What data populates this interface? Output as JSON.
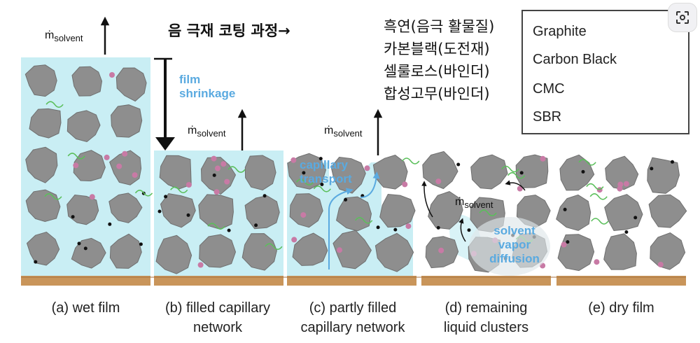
{
  "title_korean": "음 극재 코팅 과정→",
  "korean_notes": [
    "흑연(음극 활물질)",
    "카본블랙(도전재)",
    "셀룰로스(바인더)",
    "합성고무(바인더)"
  ],
  "legend": {
    "graphite": "Graphite",
    "carbon_black": "Carbon Black",
    "cmc": "CMC",
    "sbr": "SBR"
  },
  "flux_symbol": "ṁ",
  "flux_subscript": "solvent",
  "labels": {
    "film_shrinkage": [
      "film",
      "shrinkage"
    ],
    "capillary_transport": [
      "capillary",
      "transport"
    ],
    "vapor_diffusion": [
      "solvent",
      "vapor",
      "diffusion"
    ]
  },
  "captions": {
    "a": [
      "(a) wet film"
    ],
    "b": [
      "(b) filled capillary",
      "network"
    ],
    "c": [
      "(c) partly filled",
      "capillary network"
    ],
    "d": [
      "(d) remaining",
      "liquid clusters"
    ],
    "e": [
      "(e) dry film"
    ]
  },
  "colors": {
    "solvent": "#c9eef4",
    "graphite": "#8e8e8e",
    "substrate": "#c9955a",
    "sbr": "#c87aa5",
    "cmc": "#5bbf5b",
    "blue_text": "#5aaae0"
  },
  "icons": [
    "lens-search-icon"
  ]
}
